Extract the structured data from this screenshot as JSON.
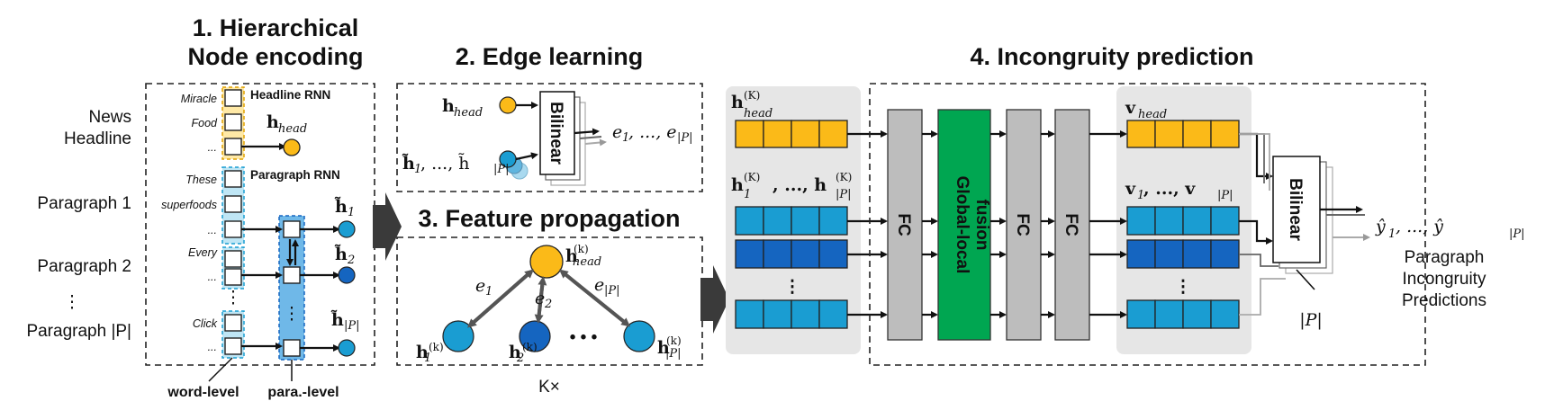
{
  "titles": {
    "s1_line1": "1. Hierarchical",
    "s1_line2": "Node encoding",
    "s2": "2. Edge learning",
    "s3": "3. Feature propagation",
    "s4": "4. Incongruity prediction"
  },
  "left_labels": {
    "news": "News",
    "headline": "Headline",
    "para1": "Paragraph 1",
    "para2": "Paragraph 2",
    "vdots": "⋮",
    "paraP": "Paragraph |P|"
  },
  "words": {
    "miracle": "Miracle",
    "food": "Food",
    "dots1": "...",
    "these": "These",
    "superfoods": "superfoods",
    "dots2": "...",
    "every": "Every",
    "dots3": "...",
    "click": "Click",
    "dots4": "..."
  },
  "rnn_labels": {
    "headline_rnn": "Headline RNN",
    "paragraph_rnn": "Paragraph RNN"
  },
  "level_labels": {
    "word": "word-level",
    "para": "para.-level"
  },
  "math": {
    "h_head": "h",
    "head_sub": "head",
    "h_tilde_1": "h̃",
    "h_tilde_1_sub": "1",
    "h_tilde_2": "h̃",
    "h_tilde_2_sub": "2",
    "h_tilde_P": "h̃",
    "h_tilde_P_sub": "|P|",
    "edge_inputs": "h̃",
    "edge_inputs_mid": ", ..., h̃",
    "edges_out": "e",
    "edges_out_mid": ", ..., e",
    "bilinear": "Bilinear",
    "e1": "e",
    "e2": "e",
    "eP": "e",
    "node_k": "(k)",
    "hK": "(K)",
    "K_times": "K×",
    "v_head": "v",
    "v_list": "v",
    "v_list_mid": ", ..., v",
    "hK_list_mid": ", ..., h",
    "P_label": "|P|",
    "y_hat": "ŷ",
    "y_hat_mid": ", ..., ŷ"
  },
  "blocks": {
    "fc1": "FC",
    "fusion_l1": "Global-local",
    "fusion_l2": "fusion",
    "fc2": "FC",
    "fc3": "FC",
    "bilinear2": "Bilinear"
  },
  "output": {
    "line1": "Paragraph",
    "line2": "Incongruity",
    "line3": "Predictions"
  },
  "colors": {
    "yellow": "#FBBA18",
    "cyan": "#1A9DD2",
    "blue": "#1565C0",
    "green": "#00A651",
    "gray": "#BDBDBD",
    "panel": "#E6E6E6"
  }
}
